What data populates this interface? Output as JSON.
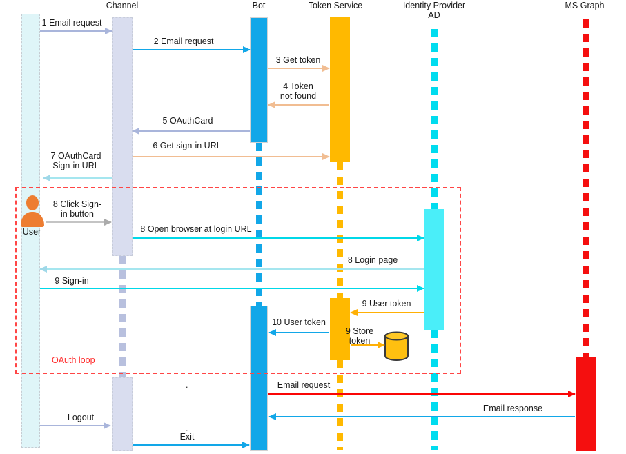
{
  "actors": {
    "user": "User",
    "channel": "Channel",
    "bot": "Bot",
    "token_service": "Token Service",
    "identity_provider_line1": "Identity Provider",
    "identity_provider_line2": "AD",
    "ms_graph": "MS Graph"
  },
  "loop": {
    "label": "OAuth loop"
  },
  "messages": [
    {
      "line1": "1 Email request"
    },
    {
      "line1": "2 Email request"
    },
    {
      "line1": "3 Get token"
    },
    {
      "line1": "4 Token",
      "line2": "not found"
    },
    {
      "line1": "5 OAuthCard"
    },
    {
      "line1": "6 Get sign-in URL"
    },
    {
      "line1": "7 OAuthCard",
      "line2": "Sign-in URL"
    },
    {
      "line1": "8 Click Sign-",
      "line2": "in button"
    },
    {
      "line1": "8 Open browser at login URL"
    },
    {
      "line1": "8 Login page"
    },
    {
      "line1": "9 Sign-in"
    },
    {
      "line1": "9 User token"
    },
    {
      "line1": "10 User token"
    },
    {
      "line1": "9 Store",
      "line2": "token"
    },
    {
      "line1": "Email request"
    },
    {
      "line1": "Email response"
    },
    {
      "line1": "Logout"
    },
    {
      "line1": "Exit"
    }
  ],
  "artifacts": {
    "dot1": ".",
    "dot2": "."
  },
  "colors": {
    "bot_blue": "#12a7e8",
    "token_orange": "#ffb900",
    "idp_cyan_bar": "#4aeef9",
    "idp_cyan_dash": "#00dcef",
    "cyan_arrow": "#00d8e8",
    "light_cyan_arrow": "#a5e6ef",
    "msgraph_red": "#f50f0f",
    "red_arrow": "#fa0505",
    "channel_lavender": "#d9ddef",
    "channel_dash": "#b8c0de",
    "lavender_arrow": "#a9b5db",
    "peach_arrow": "#f1bd92",
    "gray_arrow": "#c4c4c4",
    "user_bar": "#dff5f8",
    "user_icon_orange": "#ed7d31",
    "loop_red": "#ff4646",
    "db_fill": "#ffc010"
  }
}
